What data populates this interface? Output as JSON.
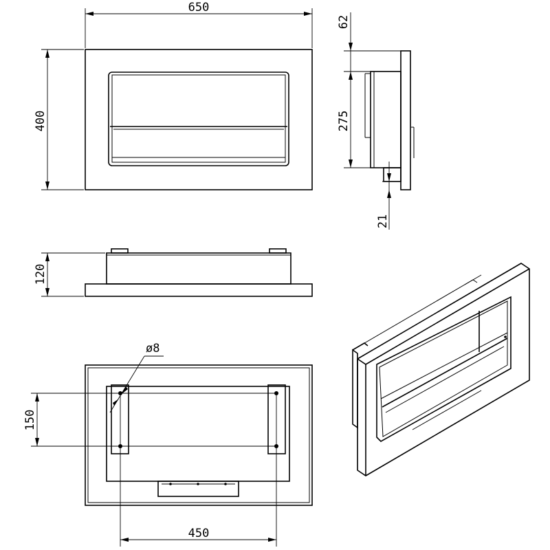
{
  "dimensions": {
    "front_width": "650",
    "front_height": "400",
    "side_top_offset": "62",
    "side_box_height": "275",
    "side_bottom_offset": "21",
    "top_depth": "120",
    "hole_diameter": "ø8",
    "hole_vertical_spacing": "150",
    "hole_horizontal_spacing": "450"
  }
}
